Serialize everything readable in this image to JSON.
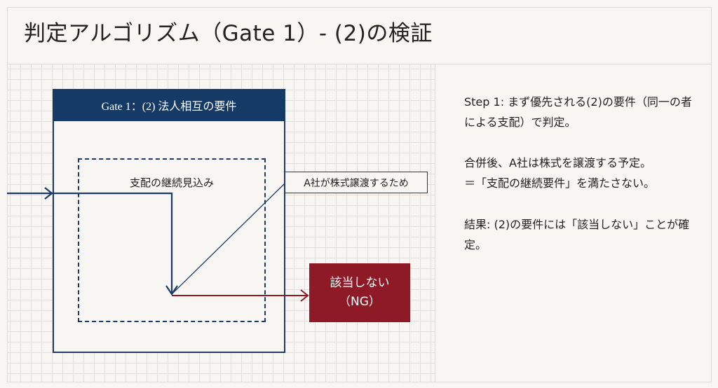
{
  "title": "判定アルゴリズム（Gate 1）- (2)の検証",
  "diagram": {
    "gate_header": "Gate 1：(2) 法人相互の要件",
    "continuation_label": "支配の継続見込み",
    "reason_label": "A社が株式譲渡するため",
    "result_line1": "該当しない",
    "result_line2": "（NG）",
    "colors": {
      "navy": "#163a66",
      "red": "#8d1a26"
    }
  },
  "explanation": {
    "step1": "Step 1: まず優先される(2)の要件（同一の者による支配）で判定。",
    "fact_line1": "合併後、A社は株式を譲渡する予定。",
    "fact_line2": "＝「支配の継続要件」を満たさない。",
    "result": "結果: (2)の要件には「該当しない」ことが確定。"
  }
}
